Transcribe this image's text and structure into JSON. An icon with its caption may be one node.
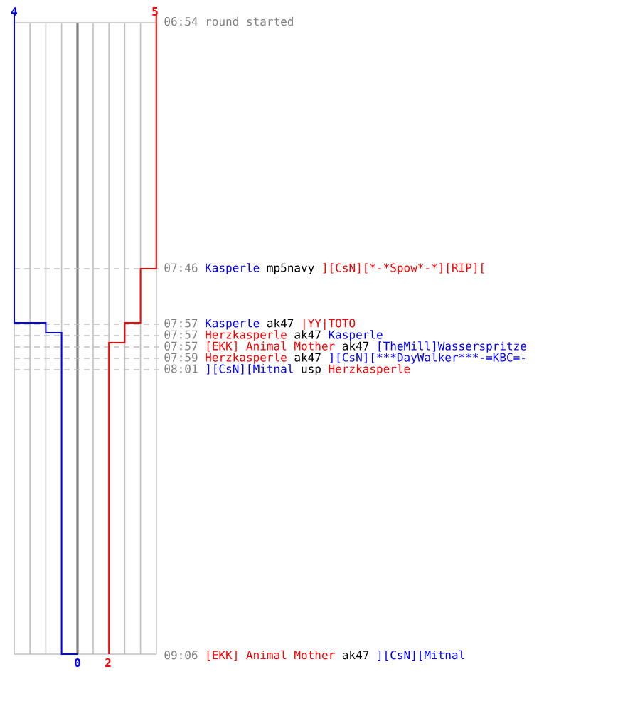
{
  "diagram": {
    "labels": [
      "4",
      "5",
      "06:54",
      "round started",
      "07:46",
      "Kasperle",
      "mp5navy",
      "][CsN][*-*Spow*-*][RIP][",
      "07:57",
      "Kasperle",
      "ak47",
      "|YY|TOTO",
      "07:57",
      "Herzkasperle",
      "ak47",
      "Kasperle",
      "07:57",
      "[EKK] Animal Mother",
      "ak47",
      "[TheMill]Wasserspritze",
      "07:59",
      "Herzkasperle",
      "ak47",
      "][CsN][***DayWalker***-=KBC=-",
      "08:01",
      "][CsN][Mitnal",
      "usp",
      "Herzkasperle",
      "0",
      "2",
      "09:06",
      "[EKK] Animal Mother",
      "ak47",
      "][CsN][Mitnal"
    ]
  }
}
